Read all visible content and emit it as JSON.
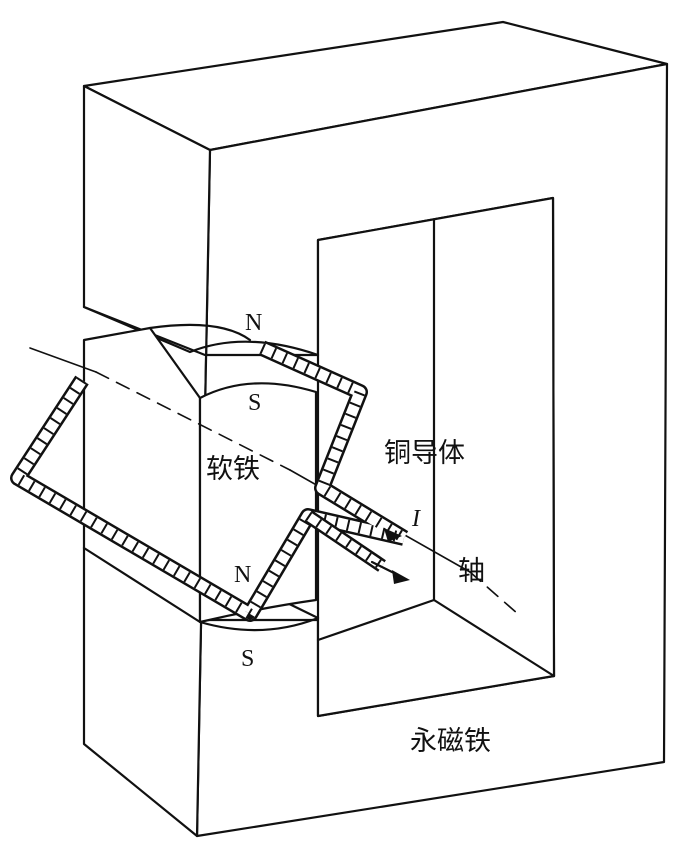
{
  "labels": {
    "soft_iron": "软铁",
    "copper_conductor": "铜导体",
    "shaft": "轴",
    "permanent_magnet": "永磁铁",
    "current": "I"
  },
  "poles": {
    "upper_north": "N",
    "upper_south": "S",
    "lower_north": "N",
    "lower_south": "S"
  },
  "colors": {
    "ink": "#111111",
    "paper": "#ffffff"
  }
}
